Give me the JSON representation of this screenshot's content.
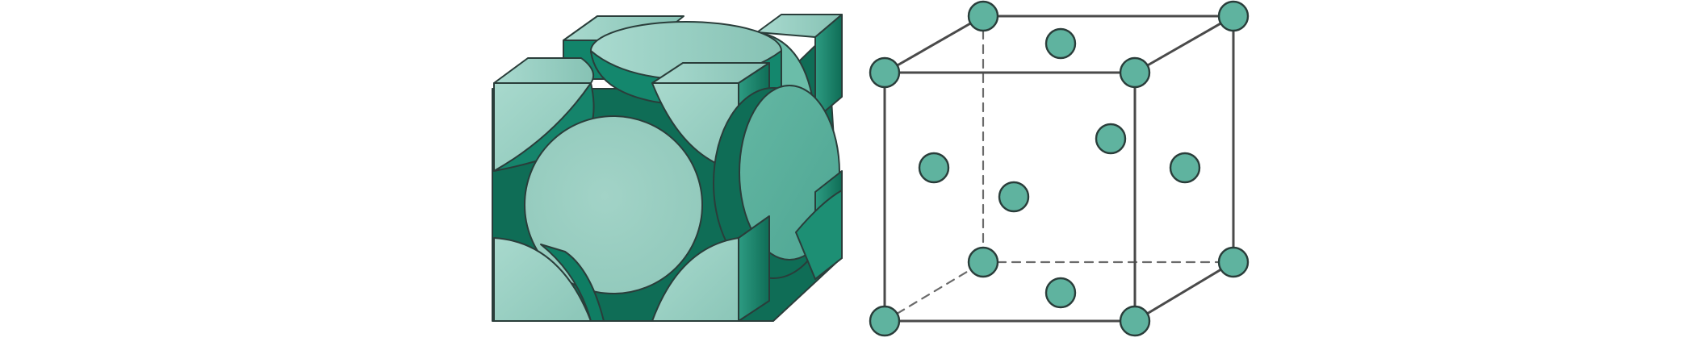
{
  "colors": {
    "background": "#ffffff",
    "atom_light": "#9ccfc3",
    "atom_mid": "#5db2a0",
    "atom_dark": "#1f8d72",
    "atom_darkest": "#0f6d56",
    "edge": "#4a4a4a",
    "atom_point": "#5fb39f"
  },
  "figure": {
    "left_panel": {
      "kind": "space-filling model",
      "shape": "cube"
    },
    "right_panel": {
      "kind": "lattice point model",
      "shape": "cube",
      "visible_edges": "solid",
      "hidden_edges": "dashed",
      "corner_atoms": 8,
      "face_atoms": 6
    }
  }
}
